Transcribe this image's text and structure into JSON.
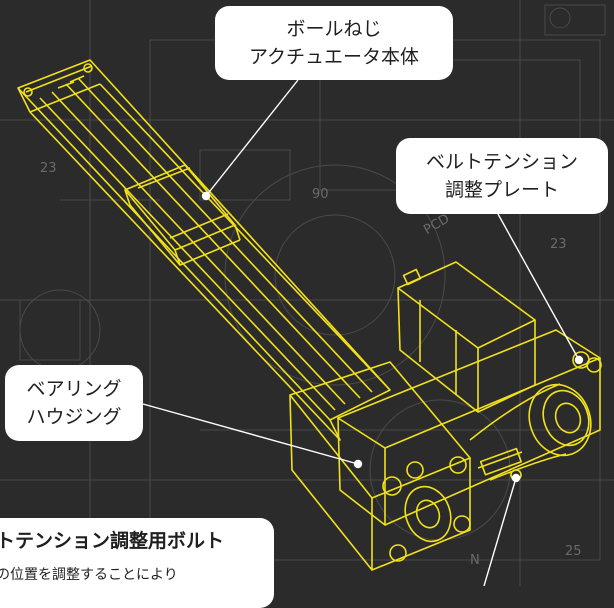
{
  "colors": {
    "background": "#2b2b2b",
    "blueprint_lines": "#4a4a4a",
    "drawing": "#f2e11a",
    "callout_bg": "#ffffff",
    "leader": "#ffffff"
  },
  "blueprint_labels": [
    "23",
    "90",
    "PCD",
    "23",
    "25",
    "N"
  ],
  "callouts": {
    "ballscrew": {
      "line1": "ボールねじ",
      "line2": "アクチュエータ本体"
    },
    "belt_plate": {
      "line1": "ベルトテンション",
      "line2": "調整プレート"
    },
    "bearing": {
      "line1": "ベアリング",
      "line2": "ハウジング"
    },
    "bolt": {
      "title": "トテンション調整用ボルト",
      "subtitle": "の位置を調整することにより"
    }
  }
}
